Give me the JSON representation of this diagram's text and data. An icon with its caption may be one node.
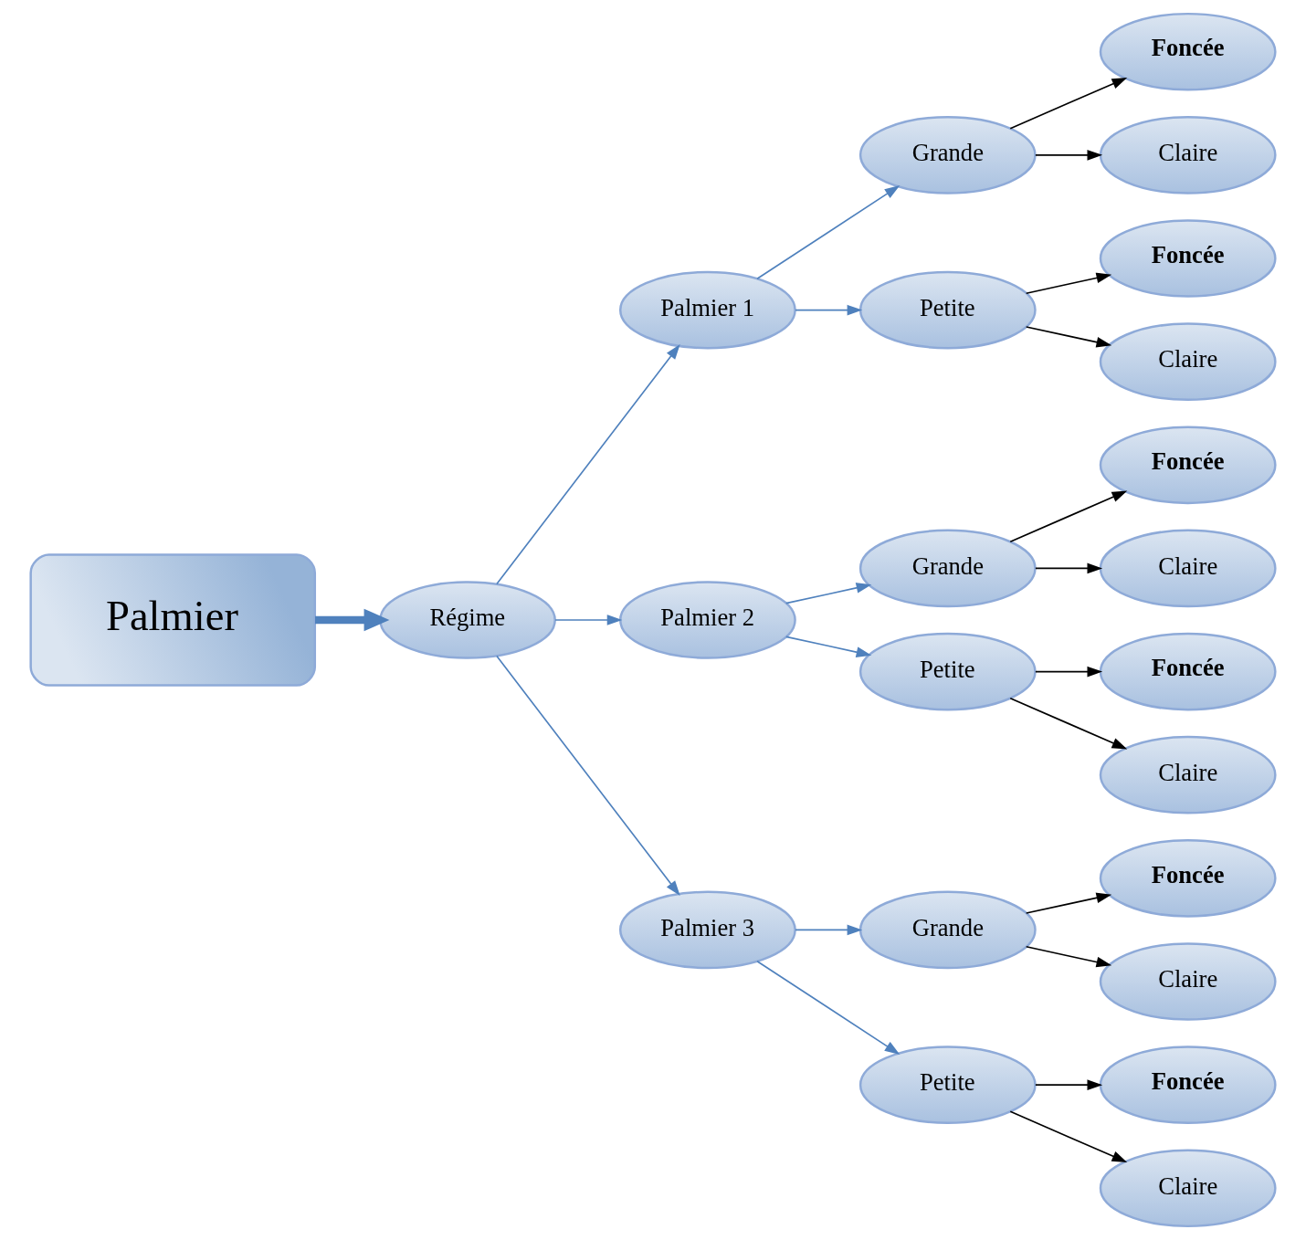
{
  "diagram": {
    "nodes": [
      {
        "text": [
          "Palmier"
        ]
      },
      {
        "text": [
          "Régime"
        ]
      },
      {
        "text": [
          "Palmier 1"
        ]
      },
      {
        "text": [
          "Grande"
        ]
      },
      {
        "text": [
          "Foncée"
        ]
      },
      {
        "text": [
          "Claire"
        ]
      },
      {
        "text": [
          "Petite"
        ]
      },
      {
        "text": [
          "Foncée"
        ]
      },
      {
        "text": [
          "Claire"
        ]
      },
      {
        "text": [
          "Palmier 2"
        ]
      },
      {
        "text": [
          "Grande"
        ]
      },
      {
        "text": [
          "Foncée"
        ]
      },
      {
        "text": [
          "Claire"
        ]
      },
      {
        "text": [
          "Petite"
        ]
      },
      {
        "text": [
          "Foncée"
        ]
      },
      {
        "text": [
          "Claire"
        ]
      },
      {
        "text": [
          "Palmier 3"
        ]
      },
      {
        "text": [
          "Grande"
        ]
      },
      {
        "text": [
          "Foncée"
        ]
      },
      {
        "text": [
          "Claire"
        ]
      },
      {
        "text": [
          "Petite"
        ]
      },
      {
        "text": [
          "Foncée"
        ]
      },
      {
        "text": [
          "Claire"
        ]
      }
    ],
    "edges": [
      {
        "from": 0,
        "to": 1,
        "arrow": "to",
        "style": "thick",
        "color": "#4f81bd"
      },
      {
        "from": 1,
        "to": 2,
        "arrow": "to",
        "color": "#4f81bd"
      },
      {
        "from": 1,
        "to": 9,
        "arrow": "to",
        "color": "#4f81bd"
      },
      {
        "from": 1,
        "to": 16,
        "arrow": "to",
        "color": "#4f81bd"
      },
      {
        "from": 2,
        "to": 3,
        "arrow": "to",
        "color": "#4f81bd"
      },
      {
        "from": 2,
        "to": 6,
        "arrow": "to",
        "color": "#4f81bd"
      },
      {
        "from": 3,
        "to": 4,
        "arrow": "to"
      },
      {
        "from": 3,
        "to": 5,
        "arrow": "to"
      },
      {
        "from": 6,
        "to": 7,
        "arrow": "to"
      },
      {
        "from": 6,
        "to": 8,
        "arrow": "to"
      },
      {
        "from": 9,
        "to": 10,
        "arrow": "to",
        "color": "#4f81bd"
      },
      {
        "from": 9,
        "to": 13,
        "arrow": "to",
        "color": "#4f81bd"
      },
      {
        "from": 10,
        "to": 11,
        "arrow": "to"
      },
      {
        "from": 10,
        "to": 12,
        "arrow": "to"
      },
      {
        "from": 13,
        "to": 14,
        "arrow": "to"
      },
      {
        "from": 13,
        "to": 15,
        "arrow": "to"
      },
      {
        "from": 16,
        "to": 17,
        "arrow": "to",
        "color": "#4f81bd"
      },
      {
        "from": 16,
        "to": 20,
        "arrow": "to",
        "color": "#4f81bd"
      },
      {
        "from": 17,
        "to": 18,
        "arrow": "to"
      },
      {
        "from": 17,
        "to": 19,
        "arrow": "to"
      },
      {
        "from": 20,
        "to": 21,
        "arrow": "to"
      },
      {
        "from": 20,
        "to": 22,
        "arrow": "to"
      }
    ]
  }
}
